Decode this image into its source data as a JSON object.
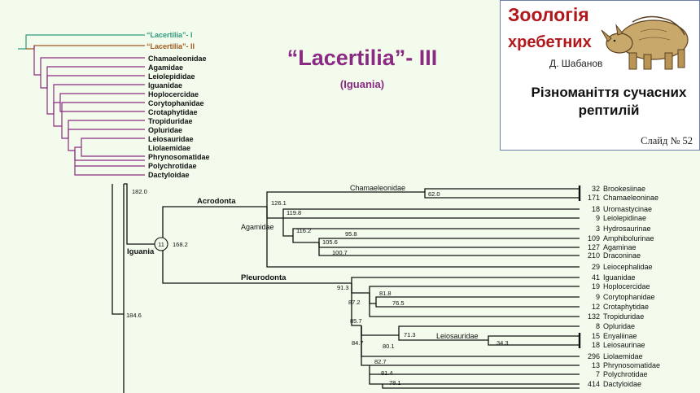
{
  "title": "“Lacertilia”- III",
  "subtitle": "(Iguania)",
  "book": {
    "title_line1": "Зоологія",
    "title_line2": "хребетних",
    "author": "Д. Шабанов",
    "subtitle": "Різноманіття сучасних рептилій",
    "slide": "Слайд № 52"
  },
  "colors": {
    "green": "#2e9a7e",
    "brown": "#a2581c",
    "purple": "#8b2a82",
    "red": "#b0181c"
  },
  "small_tree": {
    "labels": [
      "“Lacertilia”- I",
      "“Lacertilia”- II",
      "Chamaeleonidae",
      "Agamidae",
      "Leiolepididae",
      "Iguanidae",
      "Hoplocercidae",
      "Corytophanidae",
      "Crotaphytidae",
      "Tropiduridae",
      "Opluridae",
      "Leiosauridae",
      "Liolaemidae",
      "Phrynosomatidae",
      "Polychrotidae",
      "Dactyloidae"
    ]
  },
  "tree": {
    "clades": {
      "acrodonta": "Acrodonta",
      "agamidae": "Agamidae",
      "pleurodonta": "Pleurodonta",
      "iguania": "Iguania",
      "chamaeleonidae": "Chamaeleonidae",
      "leiosauridae": "Leiosauridae"
    },
    "node_number": "11",
    "ages": [
      "182.0",
      "168.2",
      "184.6",
      "126.1",
      "119.8",
      "116.2",
      "105.6",
      "95.8",
      "100.7",
      "62.0",
      "91.3",
      "87.2",
      "81.8",
      "76.5",
      "85.7",
      "84.7",
      "71.3",
      "80.1",
      "34.3",
      "82.7",
      "81.4",
      "78.1"
    ],
    "leaves": [
      {
        "count": "32",
        "name": "Brookesiinae"
      },
      {
        "count": "171",
        "name": "Chamaeleoninae"
      },
      {
        "count": "18",
        "name": "Uromastycinae"
      },
      {
        "count": "9",
        "name": "Leiolepidinae"
      },
      {
        "count": "3",
        "name": "Hydrosaurinae"
      },
      {
        "count": "109",
        "name": "Amphibolurinae"
      },
      {
        "count": "127",
        "name": "Agaminae"
      },
      {
        "count": "210",
        "name": "Draconinae"
      },
      {
        "count": "29",
        "name": "Leiocephalidae"
      },
      {
        "count": "41",
        "name": "Iguanidae"
      },
      {
        "count": "19",
        "name": "Hoplocercidae"
      },
      {
        "count": "9",
        "name": "Corytophanidae"
      },
      {
        "count": "12",
        "name": "Crotaphytidae"
      },
      {
        "count": "132",
        "name": "Tropiduridae"
      },
      {
        "count": "8",
        "name": "Opluridae"
      },
      {
        "count": "15",
        "name": "Enyaliinae"
      },
      {
        "count": "18",
        "name": "Leiosaurinae"
      },
      {
        "count": "296",
        "name": "Liolaemidae"
      },
      {
        "count": "13",
        "name": "Phrynosomatidae"
      },
      {
        "count": "7",
        "name": "Polychrotidae"
      },
      {
        "count": "414",
        "name": "Dactyloidae"
      }
    ]
  }
}
